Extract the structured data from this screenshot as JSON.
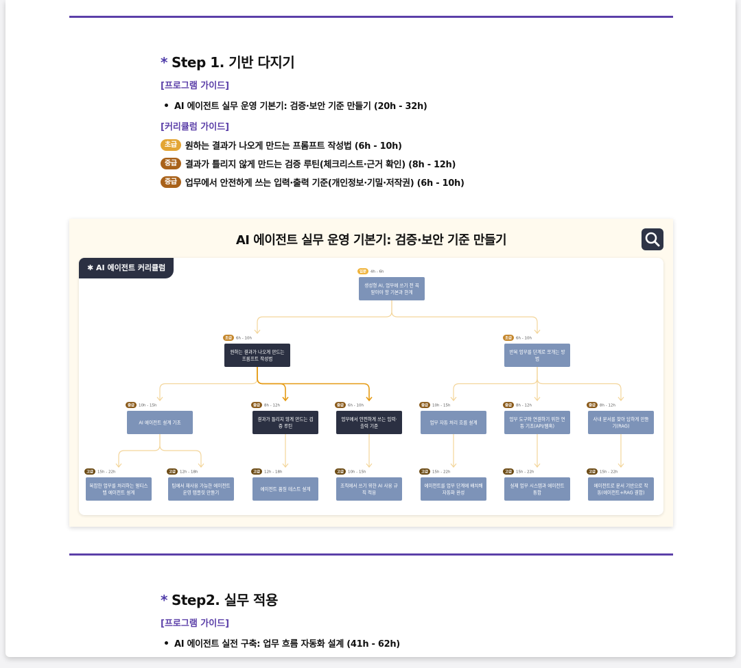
{
  "step1": {
    "star": "*",
    "title": "Step 1. 기반 다지기",
    "program_guide_label": "[프로그램 가이드]",
    "program_item": "AI 에이전트 실무 운영 기본기: 검증·보안 기준 만들기 (20h - 32h)",
    "curriculum_guide_label": "[커리큘럼 가이드]",
    "curriculum": [
      {
        "level": "초급",
        "text": "원하는 결과가 나오게 만드는 프롬프트 작성법 (6h - 10h)"
      },
      {
        "level": "중급",
        "text": "결과가 틀리지 않게 만드는 검증 루틴(체크리스트·근거 확인) (8h - 12h)"
      },
      {
        "level": "중급",
        "text": "업무에서 안전하게 쓰는 입력·출력 기준(개인정보·기밀·저작권) (6h - 10h)"
      }
    ]
  },
  "diagram": {
    "title": "AI 에이전트 실무 운영 기본기: 검증·보안 기준 만들기",
    "tag": "✱ AI 에이전트 커리큘럼",
    "nodes": [
      {
        "id": "root",
        "level": "입문",
        "hours": "4h - 6h",
        "lines": [
          "생성형 AI, 업무에 쓰기 전 꼭",
          "알아야 할 기본과 한계"
        ],
        "dark": false
      },
      {
        "id": "n1",
        "level": "초급",
        "hours": "6h - 10h",
        "lines": [
          "원하는 결과가 나오게 만드는",
          "프롬프트 작성법"
        ],
        "dark": true
      },
      {
        "id": "n2",
        "level": "초급",
        "hours": "6h - 10h",
        "lines": [
          "반복 업무를 단계로 쪼개는 방",
          "법"
        ],
        "dark": false
      },
      {
        "id": "m1",
        "level": "중급",
        "hours": "10h - 15h",
        "lines": [
          "AI 에이전트 설계 기초"
        ],
        "dark": false
      },
      {
        "id": "m2",
        "level": "중급",
        "hours": "8h - 12h",
        "lines": [
          "결과가 틀리지 않게 만드는 검",
          "증 루틴"
        ],
        "dark": true
      },
      {
        "id": "m3",
        "level": "중급",
        "hours": "6h - 10h",
        "lines": [
          "업무에서 안전하게 쓰는 입력·",
          "출력 기준"
        ],
        "dark": true
      },
      {
        "id": "m4",
        "level": "중급",
        "hours": "10h - 15h",
        "lines": [
          "업무 자동 처리 흐름 설계"
        ],
        "dark": false
      },
      {
        "id": "m5",
        "level": "중급",
        "hours": "8h - 12h",
        "lines": [
          "업무 도구와 연결하기 위한 연",
          "동 기초(API/웹훅)"
        ],
        "dark": false
      },
      {
        "id": "m6",
        "level": "중급",
        "hours": "8h - 12h",
        "lines": [
          "사내 문서를 찾아 답하게 만들",
          "기(RAG)"
        ],
        "dark": false
      },
      {
        "id": "a1",
        "level": "고급",
        "hours": "15h - 22h",
        "lines": [
          "복잡한 업무를 처리하는 멀티스",
          "텝 에이전트 설계"
        ],
        "dark": false
      },
      {
        "id": "a2",
        "level": "고급",
        "hours": "12h - 18h",
        "lines": [
          "팀에서 재사용 가능한 에이전트",
          "운영 템플릿 만들기"
        ],
        "dark": false
      },
      {
        "id": "a3",
        "level": "고급",
        "hours": "12h - 18h",
        "lines": [
          "에이전트 품질 테스트 설계"
        ],
        "dark": false
      },
      {
        "id": "a4",
        "level": "고급",
        "hours": "10h - 15h",
        "lines": [
          "조직에서 쓰기 위한 AI 사용 규",
          "칙 적용"
        ],
        "dark": false
      },
      {
        "id": "a5",
        "level": "고급",
        "hours": "15h - 22h",
        "lines": [
          "에이전트를 업무 단계에 배치해",
          "자동화 완성"
        ],
        "dark": false
      },
      {
        "id": "a6",
        "level": "고급",
        "hours": "15h - 22h",
        "lines": [
          "실제 업무 시스템과 에이전트",
          "통합"
        ],
        "dark": false
      },
      {
        "id": "a7",
        "level": "고급",
        "hours": "15h - 22h",
        "lines": [
          "에이전트로 문서 기반으로 작",
          "동(에이전트+RAG 결합)"
        ],
        "dark": false
      }
    ],
    "edges": [
      {
        "from": "root",
        "to": "n1",
        "hl": false
      },
      {
        "from": "root",
        "to": "n2",
        "hl": false
      },
      {
        "from": "n1",
        "to": "m1",
        "hl": false
      },
      {
        "from": "n1",
        "to": "m2",
        "hl": true
      },
      {
        "from": "n1",
        "to": "m3",
        "hl": true
      },
      {
        "from": "n2",
        "to": "m4",
        "hl": false
      },
      {
        "from": "n2",
        "to": "m5",
        "hl": false
      },
      {
        "from": "n2",
        "to": "m6",
        "hl": false
      },
      {
        "from": "m1",
        "to": "a1",
        "hl": false
      },
      {
        "from": "m1",
        "to": "a2",
        "hl": false
      },
      {
        "from": "m2",
        "to": "a3",
        "hl": false
      },
      {
        "from": "m3",
        "to": "a4",
        "hl": false
      },
      {
        "from": "m4",
        "to": "a5",
        "hl": false
      },
      {
        "from": "m5",
        "to": "a6",
        "hl": false
      },
      {
        "from": "m6",
        "to": "a7",
        "hl": false
      }
    ],
    "colors": {
      "node": "#7d93b8",
      "node_dark": "#2b3042",
      "edge": "#f3d59a",
      "edge_highlight": "#e59a12",
      "level_입문": "#f0b43c",
      "level_초급": "#c4862b",
      "level_중급": "#8a5a1a",
      "level_고급": "#6b4a14"
    }
  },
  "step2": {
    "star": "*",
    "title": "Step2. 실무 적용",
    "program_guide_label": "[프로그램 가이드]",
    "program_item": "AI 에이전트 실전 구축: 업무 흐름 자동화 설계 (41h - 62h)"
  }
}
